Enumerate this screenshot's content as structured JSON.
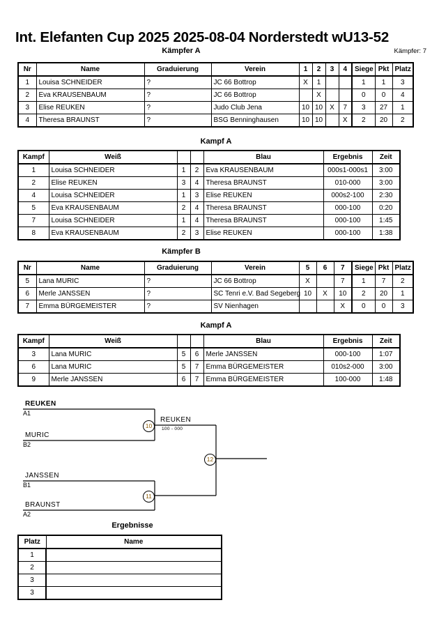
{
  "header": {
    "title": "Int. Elefanten Cup 2025  2025-08-04  Norderstedt   wU13-52",
    "competitor_count_label": "Kämpfer: 7"
  },
  "captions": {
    "pool_a": "Kämpfer A",
    "matches_a1": "Kampf A",
    "pool_b": "Kämpfer B",
    "matches_a2": "Kampf A",
    "results": "Ergebnisse"
  },
  "pool_a": {
    "headers": [
      "Nr",
      "Name",
      "Graduierung",
      "Verein",
      "1",
      "2",
      "3",
      "4",
      "Siege",
      "Pkt",
      "Platz"
    ],
    "rows": [
      {
        "nr": "1",
        "name": "Louisa SCHNEIDER",
        "grad": "?",
        "club": "JC 66 Bottrop",
        "m": [
          "X",
          "1",
          "",
          ""
        ],
        "siege": "1",
        "pkt": "1",
        "platz": "3"
      },
      {
        "nr": "2",
        "name": "Eva KRAUSENBAUM",
        "grad": "?",
        "club": "JC 66 Bottrop",
        "m": [
          "",
          "X",
          "",
          ""
        ],
        "siege": "0",
        "pkt": "0",
        "platz": "4"
      },
      {
        "nr": "3",
        "name": "Elise REUKEN",
        "grad": "?",
        "club": "Judo Club Jena",
        "m": [
          "10",
          "10",
          "X",
          "7"
        ],
        "siege": "3",
        "pkt": "27",
        "platz": "1"
      },
      {
        "nr": "4",
        "name": "Theresa BRAUNST",
        "grad": "?",
        "club": "BSG Benninghausen",
        "m": [
          "10",
          "10",
          "",
          "X"
        ],
        "siege": "2",
        "pkt": "20",
        "platz": "2"
      }
    ]
  },
  "matches_a1": {
    "headers": [
      "Kampf",
      "Weiß",
      "",
      "",
      "Blau",
      "Ergebnis",
      "Zeit"
    ],
    "rows": [
      {
        "kampf": "1",
        "white": "Louisa SCHNEIDER",
        "white_win": true,
        "wn": "1",
        "bn": "2",
        "blue": "Eva KRAUSENBAUM",
        "blue_win": false,
        "result": "000s1-000s1",
        "time": "3:00"
      },
      {
        "kampf": "2",
        "white": "Elise REUKEN",
        "white_win": true,
        "wn": "3",
        "bn": "4",
        "blue": "Theresa BRAUNST",
        "blue_win": false,
        "result": "010-000",
        "time": "3:00"
      },
      {
        "kampf": "4",
        "white": "Louisa SCHNEIDER",
        "white_win": false,
        "wn": "1",
        "bn": "3",
        "blue": "Elise REUKEN",
        "blue_win": true,
        "result": "000s2-100",
        "time": "2:30"
      },
      {
        "kampf": "5",
        "white": "Eva KRAUSENBAUM",
        "white_win": false,
        "wn": "2",
        "bn": "4",
        "blue": "Theresa BRAUNST",
        "blue_win": true,
        "result": "000-100",
        "time": "0:20"
      },
      {
        "kampf": "7",
        "white": "Louisa SCHNEIDER",
        "white_win": false,
        "wn": "1",
        "bn": "4",
        "blue": "Theresa BRAUNST",
        "blue_win": true,
        "result": "000-100",
        "time": "1:45"
      },
      {
        "kampf": "8",
        "white": "Eva KRAUSENBAUM",
        "white_win": false,
        "wn": "2",
        "bn": "3",
        "blue": "Elise REUKEN",
        "blue_win": true,
        "result": "000-100",
        "time": "1:38"
      }
    ]
  },
  "pool_b": {
    "headers": [
      "Nr",
      "Name",
      "Graduierung",
      "Verein",
      "5",
      "6",
      "7",
      "Siege",
      "Pkt",
      "Platz"
    ],
    "rows": [
      {
        "nr": "5",
        "name": "Lana MURIC",
        "grad": "?",
        "club": "JC 66 Bottrop",
        "m": [
          "X",
          "",
          "7"
        ],
        "siege": "1",
        "pkt": "7",
        "platz": "2"
      },
      {
        "nr": "6",
        "name": "Merle JANSSEN",
        "grad": "?",
        "club": "SC Tenri e.V. Bad Segeberg",
        "m": [
          "10",
          "X",
          "10"
        ],
        "siege": "2",
        "pkt": "20",
        "platz": "1"
      },
      {
        "nr": "7",
        "name": "Emma BÜRGEMEISTER",
        "grad": "?",
        "club": "SV Nienhagen",
        "m": [
          "",
          "",
          "X"
        ],
        "siege": "0",
        "pkt": "0",
        "platz": "3"
      }
    ]
  },
  "matches_a2": {
    "headers": [
      "Kampf",
      "Weiß",
      "",
      "",
      "Blau",
      "Ergebnis",
      "Zeit"
    ],
    "rows": [
      {
        "kampf": "3",
        "white": "Lana MURIC",
        "white_win": false,
        "wn": "5",
        "bn": "6",
        "blue": "Merle JANSSEN",
        "blue_win": true,
        "result": "000-100",
        "time": "1:07"
      },
      {
        "kampf": "6",
        "white": "Lana MURIC",
        "white_win": true,
        "wn": "5",
        "bn": "7",
        "blue": "Emma BÜRGEMEISTER",
        "blue_win": false,
        "result": "010s2-000",
        "time": "3:00"
      },
      {
        "kampf": "9",
        "white": "Merle JANSSEN",
        "white_win": true,
        "wn": "6",
        "bn": "7",
        "blue": "Emma BÜRGEMEISTER",
        "blue_win": false,
        "result": "100-000",
        "time": "1:48"
      }
    ]
  },
  "bracket": {
    "entries": [
      {
        "name": "REUKEN",
        "seed": "A1",
        "winner": true
      },
      {
        "name": "MURIC",
        "seed": "B2",
        "winner": false
      },
      {
        "name": "JANSSEN",
        "seed": "B1",
        "winner": false
      },
      {
        "name": "BRAUNST",
        "seed": "A2",
        "winner": false
      }
    ],
    "node_10": "10",
    "node_11": "11",
    "node_12": "12",
    "semi_winner_name": "REUKEN",
    "semi_winner_score": "100 - 000"
  },
  "results": {
    "headers": [
      "Platz",
      "Name"
    ],
    "rows": [
      {
        "platz": "1",
        "name": ""
      },
      {
        "platz": "2",
        "name": ""
      },
      {
        "platz": "3",
        "name": ""
      },
      {
        "platz": "3",
        "name": ""
      }
    ]
  }
}
